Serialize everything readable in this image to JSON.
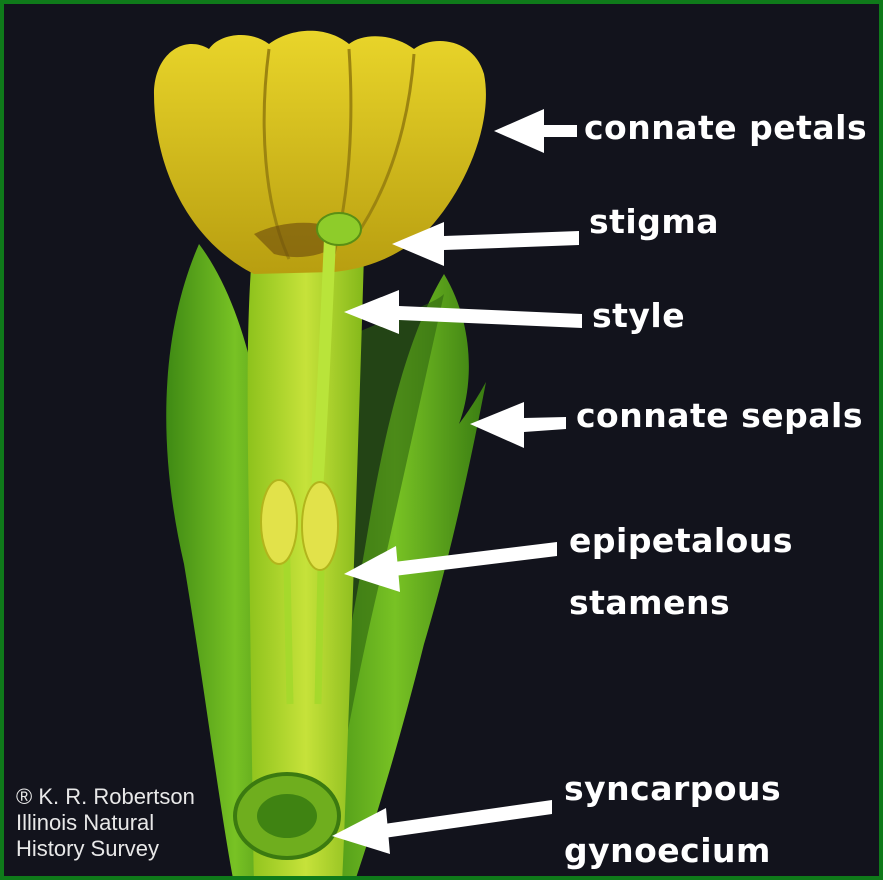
{
  "labels": {
    "connate_petals": "connate petals",
    "stigma": "stigma",
    "style": "style",
    "connate_sepals": "connate sepals",
    "epipetalous_stamens": [
      "epipetalous",
      "stamens"
    ],
    "syncarpous_gynoecium": [
      "syncarpous",
      "gynoecium"
    ]
  },
  "credit": [
    "® K. R. Robertson",
    "Illinois Natural",
    "History Survey"
  ],
  "colors": {
    "background": "#12131c",
    "border": "#0f7a1a",
    "petal": "#d9c21a",
    "sepal": "#4f9e1c",
    "tube": "#a9cf1f",
    "label": "#ffffff"
  }
}
